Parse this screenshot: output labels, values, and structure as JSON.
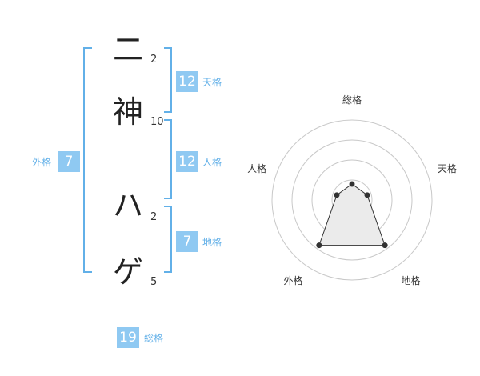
{
  "name": {
    "chars": [
      {
        "char": "二",
        "strokes": "2"
      },
      {
        "char": "神",
        "strokes": "10"
      },
      {
        "char": "ハ",
        "strokes": "2"
      },
      {
        "char": "ゲ",
        "strokes": "5"
      }
    ]
  },
  "kakusu": {
    "tenkaku": {
      "value": "12",
      "label": "天格"
    },
    "jinkaku": {
      "value": "12",
      "label": "人格"
    },
    "chikaku": {
      "value": "7",
      "label": "地格"
    },
    "gaikaku": {
      "value": "7",
      "label": "外格"
    },
    "soukaku": {
      "value": "19",
      "label": "総格"
    }
  },
  "colors": {
    "bracket": "#62b0e8",
    "box": "#8fc9f2",
    "label": "#62b0e8",
    "radar_fill": "#ebebeb",
    "radar_grid": "#c8c8c8",
    "radar_line": "#333333"
  },
  "chart_data": {
    "type": "radar",
    "axes": [
      "総格",
      "天格",
      "地格",
      "外格",
      "人格"
    ],
    "series": [
      {
        "values": [
          1,
          1,
          3.5,
          3.5,
          1
        ]
      }
    ],
    "rlim": [
      0,
      5
    ]
  }
}
